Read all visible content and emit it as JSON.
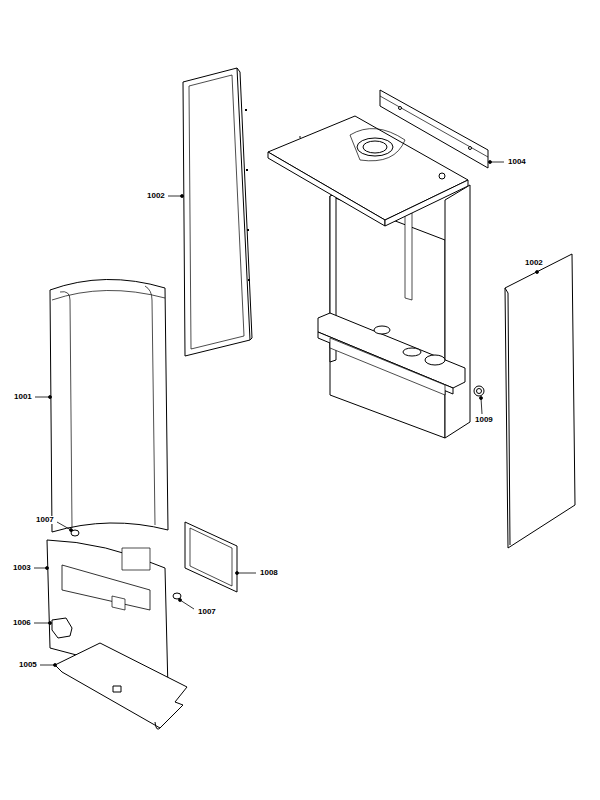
{
  "diagram": {
    "labels": [
      "1004",
      "1002",
      "1002",
      "1001",
      "1009",
      "1007",
      "1003",
      "1008",
      "1007",
      "1006",
      "1005"
    ]
  }
}
